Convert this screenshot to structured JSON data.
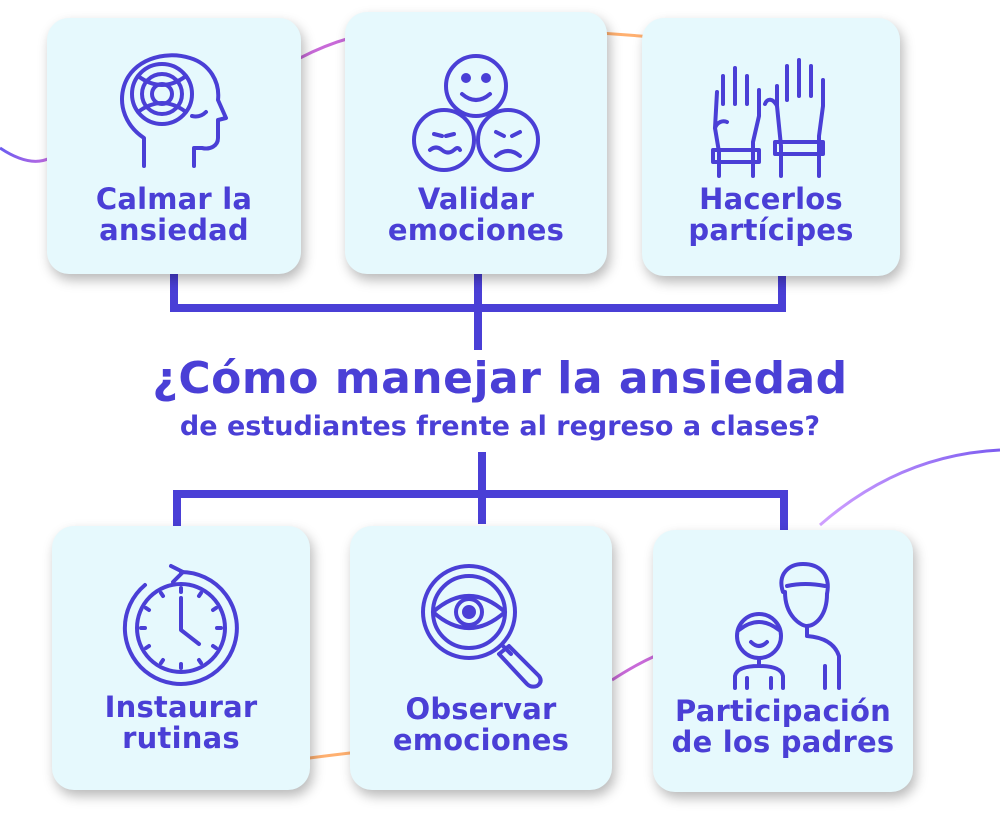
{
  "title": {
    "line1": "¿Cómo manejar la ansiedad",
    "line2": "de estudiantes frente al regreso a clases?"
  },
  "cards": [
    {
      "line1": "Calmar la",
      "line2": "ansiedad",
      "icon": "head-mind-icon"
    },
    {
      "line1": "Validar",
      "line2": "emociones",
      "icon": "emotion-faces-icon"
    },
    {
      "line1": "Hacerlos",
      "line2": "partícipes",
      "icon": "raised-hands-icon"
    },
    {
      "line1": "Instaurar",
      "line2": "rutinas",
      "icon": "clock-icon"
    },
    {
      "line1": "Observar",
      "line2": "emociones",
      "icon": "magnifier-eye-icon"
    },
    {
      "line1": "Participación",
      "line2": "de los padres",
      "icon": "parent-child-icon"
    }
  ],
  "colors": {
    "primary": "#4a3fd6",
    "card_background": "#e6f9fd",
    "accent_purple": "#8c5cf0",
    "accent_orange": "#ffb070"
  }
}
